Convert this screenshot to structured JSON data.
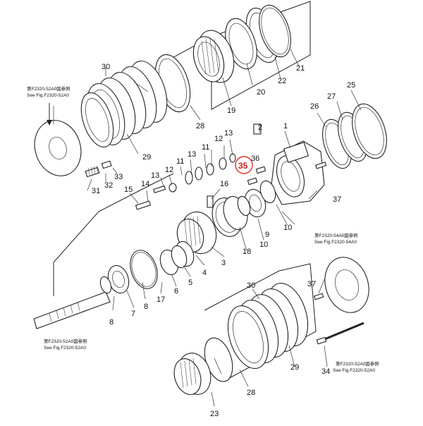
{
  "diagram": {
    "highlight": {
      "label": "35",
      "color": "#e0302a"
    },
    "labels": [
      {
        "id": "l1",
        "text": "1"
      },
      {
        "id": "l2",
        "text": "2"
      },
      {
        "id": "l3",
        "text": "3"
      },
      {
        "id": "l4",
        "text": "4"
      },
      {
        "id": "l5",
        "text": "5"
      },
      {
        "id": "l6",
        "text": "6"
      },
      {
        "id": "l7",
        "text": "7"
      },
      {
        "id": "l8a",
        "text": "8"
      },
      {
        "id": "l8b",
        "text": "8"
      },
      {
        "id": "l9",
        "text": "9"
      },
      {
        "id": "l10a",
        "text": "10"
      },
      {
        "id": "l10b",
        "text": "10"
      },
      {
        "id": "l11a",
        "text": "11"
      },
      {
        "id": "l11b",
        "text": "11"
      },
      {
        "id": "l12a",
        "text": "12"
      },
      {
        "id": "l12b",
        "text": "12"
      },
      {
        "id": "l13a",
        "text": "13"
      },
      {
        "id": "l13b",
        "text": "13"
      },
      {
        "id": "l13c",
        "text": "13"
      },
      {
        "id": "l14",
        "text": "14"
      },
      {
        "id": "l15",
        "text": "15"
      },
      {
        "id": "l16",
        "text": "16"
      },
      {
        "id": "l17",
        "text": "17"
      },
      {
        "id": "l18",
        "text": "18"
      },
      {
        "id": "l19",
        "text": "19"
      },
      {
        "id": "l20",
        "text": "20"
      },
      {
        "id": "l21",
        "text": "21"
      },
      {
        "id": "l22",
        "text": "22"
      },
      {
        "id": "l23",
        "text": "23"
      },
      {
        "id": "l25",
        "text": "25"
      },
      {
        "id": "l26",
        "text": "26"
      },
      {
        "id": "l27",
        "text": "27"
      },
      {
        "id": "l28a",
        "text": "28"
      },
      {
        "id": "l28b",
        "text": "28"
      },
      {
        "id": "l29a",
        "text": "29"
      },
      {
        "id": "l29b",
        "text": "29"
      },
      {
        "id": "l30a",
        "text": "30"
      },
      {
        "id": "l30b",
        "text": "30"
      },
      {
        "id": "l31",
        "text": "31"
      },
      {
        "id": "l32",
        "text": "32"
      },
      {
        "id": "l33",
        "text": "33"
      },
      {
        "id": "l34",
        "text": "34"
      },
      {
        "id": "l36",
        "text": "36"
      },
      {
        "id": "l37a",
        "text": "37"
      },
      {
        "id": "l37b",
        "text": "37"
      }
    ],
    "references": {
      "ref_top_left": {
        "jp": "第F2320-52A0図参照",
        "en": "See Fig.F2320-52A0"
      },
      "ref_right_mid": {
        "jp": "第F2320-54A0図参照",
        "en": "See Fig.F2320-54A0"
      },
      "ref_bottom_left": {
        "jp": "第F2320-52A0図参照",
        "en": "See Fig.F2320-52A0"
      },
      "ref_bottom_right": {
        "jp": "第F2320-52A0図参照",
        "en": "See Fig.F2320-52A0"
      }
    }
  }
}
